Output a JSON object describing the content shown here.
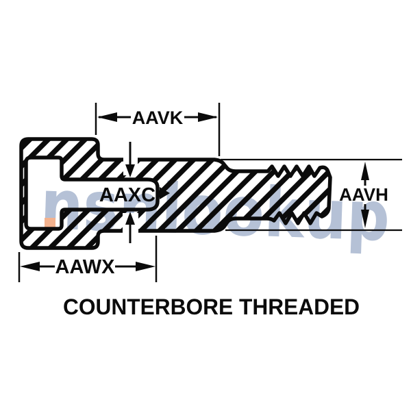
{
  "watermark": {
    "text": "nsnlookup",
    "color": "#b5c1d6",
    "accent_color": "#f3b28e"
  },
  "drawing": {
    "ink_color": "#0b0b0b",
    "figure": "counterbore-threaded-insert-cross-section"
  },
  "dimensions": {
    "aavk": "AAVK",
    "aaxc": "AAXC",
    "aavh": "AAVH",
    "aawx": "AAWX"
  },
  "caption": "COUNTERBORE THREADED"
}
